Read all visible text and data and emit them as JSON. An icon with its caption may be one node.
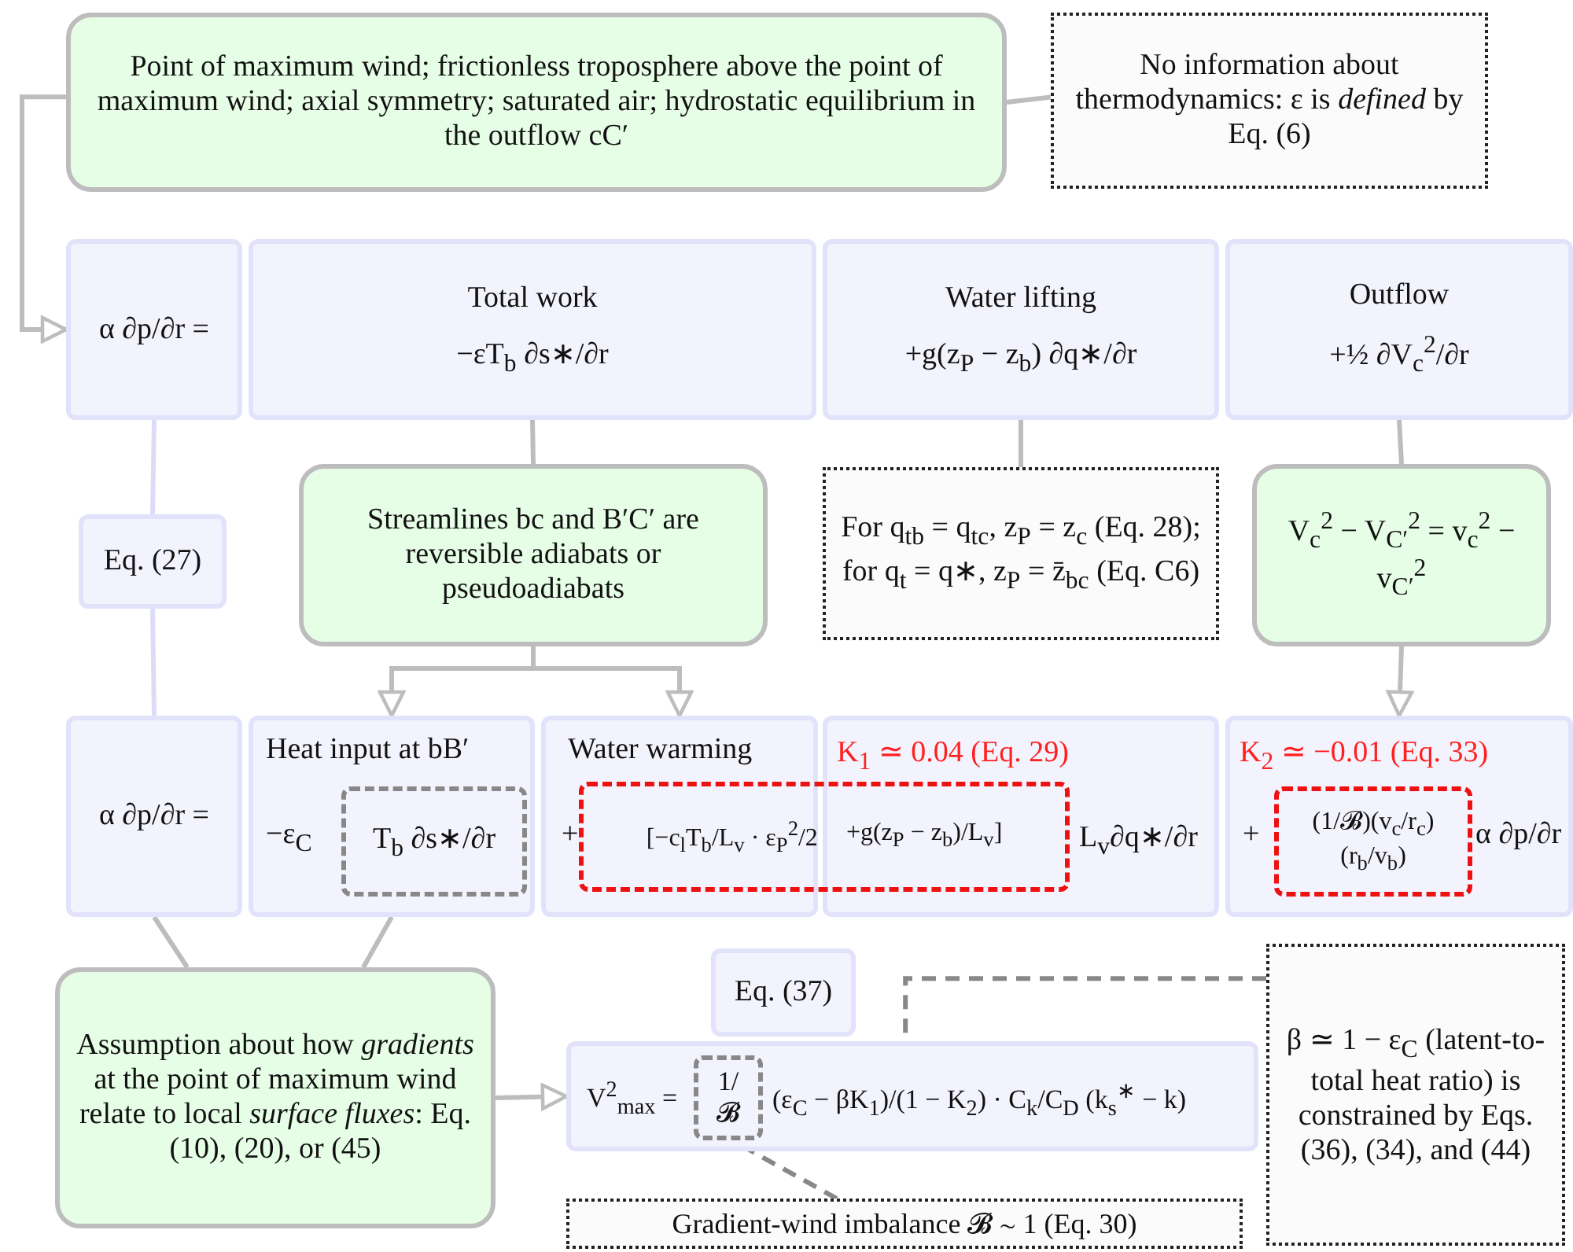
{
  "diagram": {
    "nodes": [
      {
        "text": [
          "Point of maximum wind; frictionless troposphere above the point of maximum wind; axial symmetry; saturated air; hydrostatic equilibrium in the outflow cC′"
        ]
      },
      {
        "text": [
          "No information about thermodynamics: ε is *defined* by Eq. (6)"
        ]
      },
      {
        "text": [
          "α ∂p/∂r ="
        ]
      },
      {
        "text": [
          "Total work",
          "−εT$_{b}$ ∂s∗/∂r"
        ]
      },
      {
        "text": [
          "Water lifting",
          "+g(z$_{P}$ − z$_{b}$) ∂q∗/∂r"
        ]
      },
      {
        "text": [
          "Outflow",
          "+½ ∂V$_{c}$$^{2}$/∂r"
        ]
      },
      {
        "text": [
          "Eq. (27)"
        ]
      },
      {
        "text": [
          "Streamlines bc and B′C′ are reversible adiabats or pseudoadiabats"
        ]
      },
      {
        "text": [
          "For q$_{tb}$ = q$_{tc}$, z$_{P}$ = z$_{c}$ (Eq. 28); for q$_{t}$ = q∗, z$_{P}$ = z̄$_{bc}$ (Eq. C6)"
        ]
      },
      {
        "text": [
          "V$_{c}$$^{2}$ − V$_{C′}$$^{2}$ = v$_{c}$$^{2}$ − v$_{C′}$$^{2}$"
        ]
      },
      {
        "text": [
          "α ∂p/∂r ="
        ]
      },
      {
        "text": [
          "Heat input at bB′",
          "−ε$_{C}$"
        ]
      },
      {
        "text": [
          "T$_{b}$ ∂s∗/∂r"
        ],
        "in": 11
      },
      {
        "text": [
          "Water warming",
          "+"
        ]
      },
      {
        "text": [
          "K$_{1}$ ≃ 0.04 (Eq. 29)",
          "L$_{v}$∂q∗/∂r"
        ]
      },
      {
        "text": [
          "[−c$_{l}$T$_{b}$/L$_{v}$ · ε$_{P}$$^{2}$/2",
          "+g(z$_{P}$ − z$_{b}$)/L$_{v}$]"
        ]
      },
      {
        "text": [
          "K$_{2}$ ≃ −0.01 (Eq. 33)",
          "+",
          "α ∂p/∂r"
        ]
      },
      {
        "text": [
          "(1/𝓑)(v$_{c}$/r$_{c}$)(r$_{b}$/v$_{b}$)"
        ],
        "in": 16
      },
      {
        "text": [
          "Assumption about how *gradients* at the point of maximum wind relate to local *surface fluxes*: Eq. (10), (20), or (45)"
        ]
      },
      {
        "text": [
          "Eq. (37)"
        ]
      },
      {
        "text": [
          "V$^{2}$$_{max}$ =",
          "(ε$_{C}$ − βK$_{1}$)/(1 − K$_{2}$) · C$_{k}$/C$_{D}$ (k$_{s}$$^{∗}$ − k)"
        ]
      },
      {
        "text": [
          "1/𝓑"
        ],
        "in": 20
      },
      {
        "text": [
          "Gradient-wind imbalance 𝓑 ∼ 1 (Eq. 30)"
        ]
      },
      {
        "text": [
          "β ≃ 1 − ε$_{C}$ (latent-to-total heat ratio) is constrained by Eqs. (36), (34), and (44)"
        ]
      }
    ],
    "edges": [
      {
        "from": 0,
        "to": 2,
        "arrow": "to"
      },
      {
        "from": 0,
        "to": 1,
        "arrow": "none"
      },
      {
        "from": 2,
        "to": 6,
        "arrow": "none",
        "color": "#dcdcf8"
      },
      {
        "from": 6,
        "to": 10,
        "arrow": "none",
        "color": "#dcdcf8"
      },
      {
        "from": 3,
        "to": 7,
        "arrow": "none"
      },
      {
        "from": 7,
        "to": 11,
        "arrow": "to"
      },
      {
        "from": 7,
        "to": 13,
        "arrow": "to"
      },
      {
        "from": 4,
        "to": 8,
        "arrow": "none"
      },
      {
        "from": 5,
        "to": 9,
        "arrow": "none"
      },
      {
        "from": 9,
        "to": 16,
        "arrow": "to"
      },
      {
        "from": 10,
        "to": 18,
        "arrow": "none"
      },
      {
        "from": 11,
        "to": 18,
        "arrow": "none"
      },
      {
        "from": 18,
        "to": 20,
        "arrow": "to"
      },
      {
        "from": 23,
        "to": 20,
        "arrow": "none",
        "style": "dashed",
        "color": "#888888"
      },
      {
        "from": 22,
        "to": 21,
        "arrow": "none",
        "style": "dashed",
        "color": "#888888"
      }
    ]
  }
}
